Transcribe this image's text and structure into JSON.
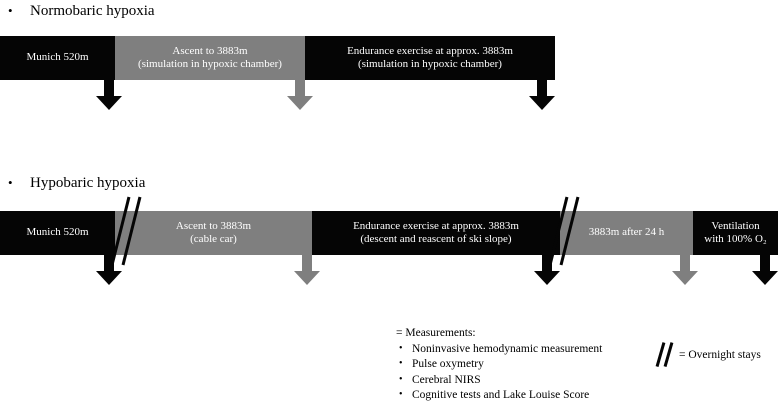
{
  "figure": {
    "background_color": "#ffffff",
    "bar_black_color": "#050505",
    "bar_gray_color": "#7f7f7f",
    "text_on_bar_color": "#ffffff"
  },
  "sections": [
    {
      "heading": "Normobaric hypoxia",
      "bullet": "•",
      "segments": [
        {
          "line1": "Munich 520m",
          "line2": "",
          "style": "black"
        },
        {
          "line1": "Ascent to 3883m",
          "line2": "(simulation in hypoxic chamber)",
          "style": "gray"
        },
        {
          "line1": "Endurance exercise at approx. 3883m",
          "line2": "(simulation in hypoxic chamber)",
          "style": "black"
        }
      ],
      "arrows": [
        {
          "style": "black"
        },
        {
          "style": "gray"
        },
        {
          "style": "black"
        }
      ],
      "overnight_marks": 0
    },
    {
      "heading": "Hypobaric hypoxia",
      "bullet": "•",
      "segments": [
        {
          "line1": "Munich 520m",
          "line2": "",
          "style": "black"
        },
        {
          "line1": "Ascent to 3883m",
          "line2": "(cable car)",
          "style": "gray"
        },
        {
          "line1": "Endurance exercise at approx. 3883m",
          "line2": "(descent and reascent of ski slope)",
          "style": "black"
        },
        {
          "line1": "3883m after 24 h",
          "line2": "",
          "style": "gray"
        },
        {
          "line1": "Ventilation",
          "line2": "with 100% O₂",
          "style": "black"
        }
      ],
      "arrows": [
        {
          "style": "black"
        },
        {
          "style": "gray"
        },
        {
          "style": "black"
        },
        {
          "style": "gray"
        },
        {
          "style": "black"
        }
      ],
      "overnight_marks": 2
    }
  ],
  "legend": {
    "measurements_lead": "= Measurements:",
    "measurements_items": [
      "Noninvasive hemodynamic measurement",
      "Pulse oxymetry",
      "Cerebral NIRS",
      "Cognitive tests and Lake Louise Score"
    ],
    "overnight_label": "= Overnight stays"
  }
}
